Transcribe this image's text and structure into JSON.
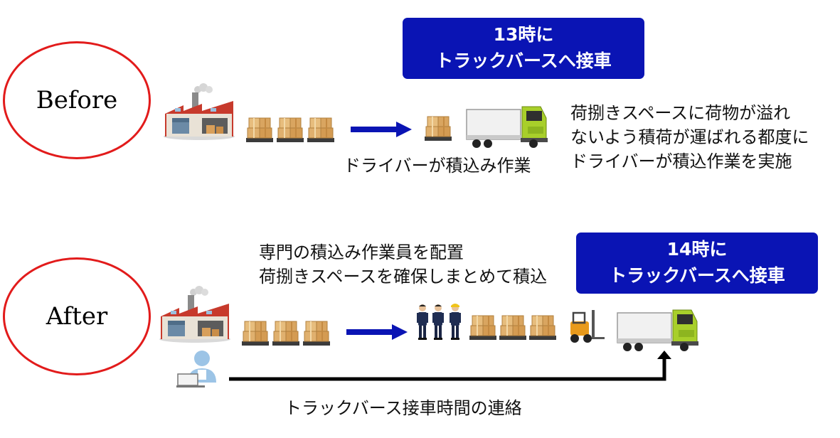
{
  "before": {
    "label": "Before",
    "time_box": {
      "line1": "13時に",
      "line2": "トラックバースへ接車"
    },
    "caption": "ドライバーが積込み作業",
    "description": [
      "荷捌きスペースに荷物が溢れ",
      "ないよう積荷が運ばれる都度に",
      "ドライバーが積込作業を実施"
    ]
  },
  "after": {
    "label": "After",
    "time_box": {
      "line1": "14時に",
      "line2": "トラックバースへ接車"
    },
    "description": [
      "専門の積込み作業員を配置",
      "荷捌きスペースを確保しまとめて積込"
    ],
    "contact_caption": "トラックバース接車時間の連絡"
  },
  "colors": {
    "circle": "#e21b1b",
    "box": "#0a14b4",
    "arrow": "#0a14b4",
    "truck_cab": "#a8cf2a",
    "cargo": "#e0b06e"
  }
}
